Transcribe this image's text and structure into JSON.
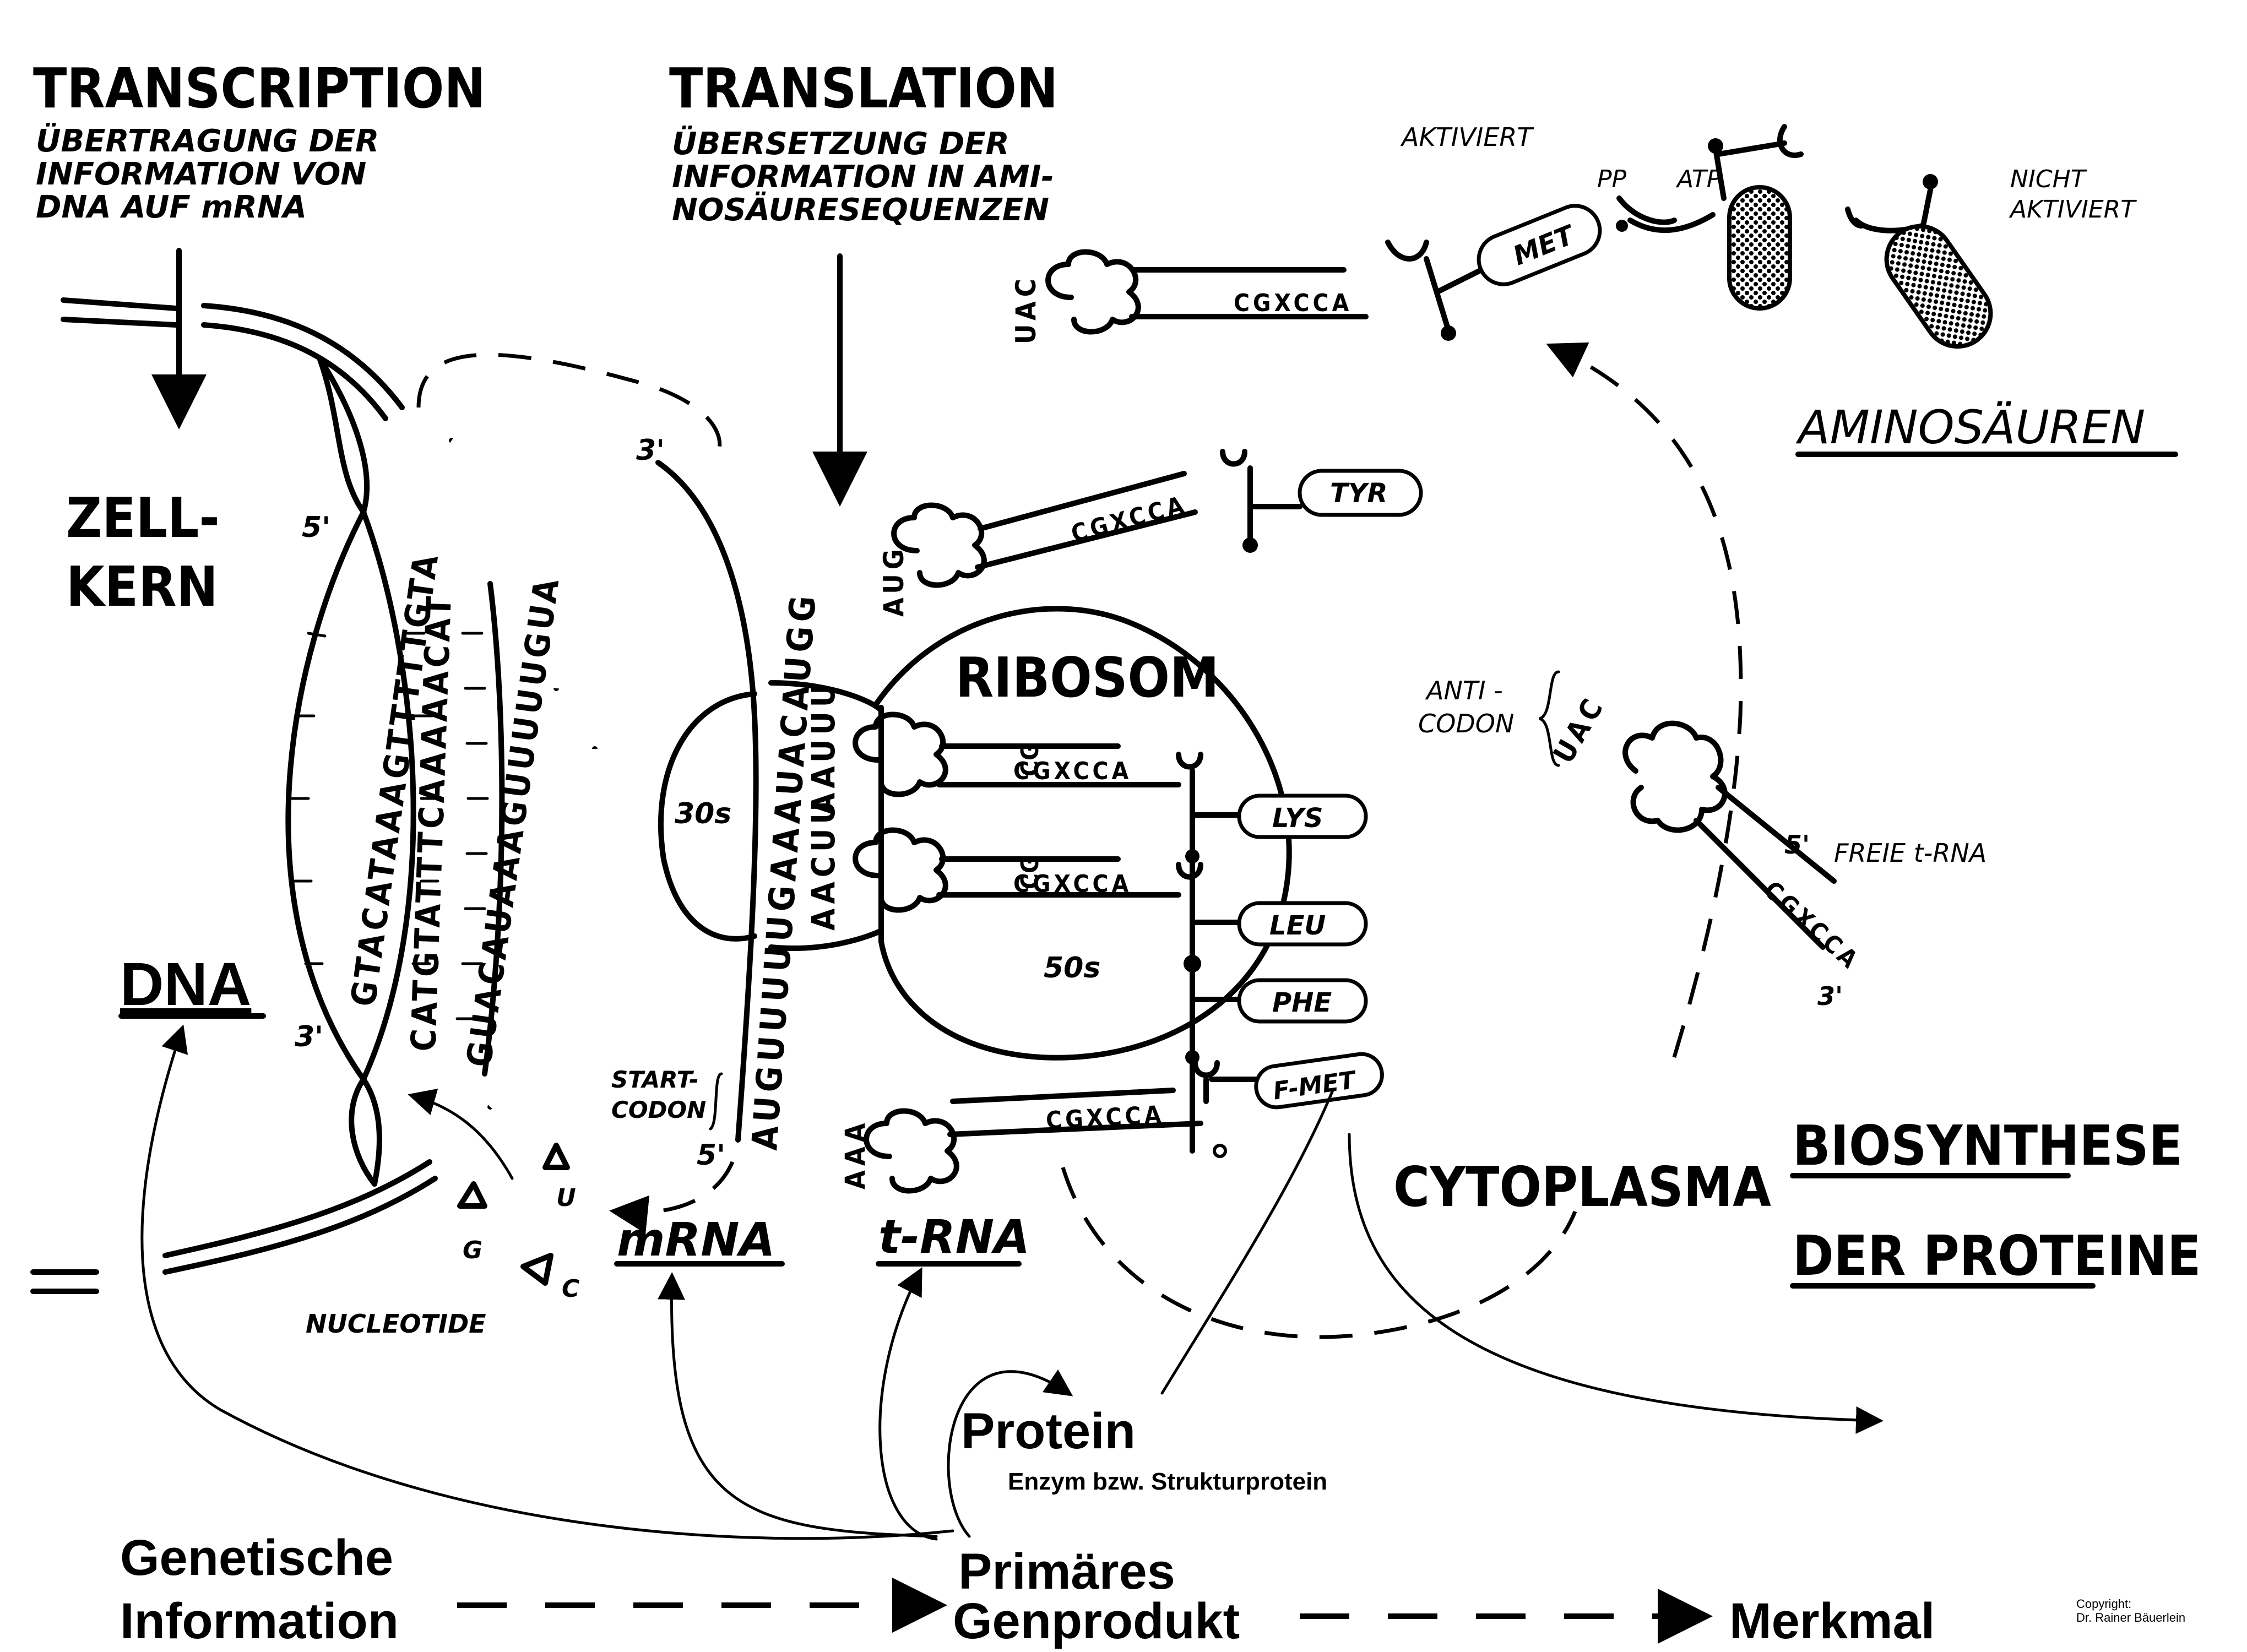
{
  "transcription": {
    "title": "TRANSCRIPTION",
    "lines": [
      "ÜBERTRAGUNG DER",
      "INFORMATION VON",
      "DNA  AUF mRNA"
    ]
  },
  "translation": {
    "title": "TRANSLATION",
    "lines": [
      "ÜBERSETZUNG DER",
      "INFORMATION IN AMI-",
      "NOSÄURESEQUENZEN"
    ]
  },
  "zellkern": [
    "ZELL-",
    "KERN"
  ],
  "dna": {
    "label": "DNA",
    "strand_left": "GTACATAAAGTTTTTGTA",
    "strand_right": "CATGTATTTCAAAAACAT",
    "rna_strand": "GUACAUAAAGUUUUUGUA",
    "five_prime": "5'",
    "three_prime": "3'"
  },
  "nucleotides": {
    "label": "NUCLEOTIDE",
    "letters": [
      "U",
      "G",
      "C"
    ]
  },
  "mrna": {
    "label": "mRNA",
    "sequence": "AUGUUUUUGAAAUACAUGG",
    "three_prime": "3'",
    "five_prime": "5'",
    "start_codon": [
      "START-",
      "CODON"
    ]
  },
  "ribosome": {
    "label": "RIBOSOM",
    "small_subunit": "30s",
    "large_subunit": "50s",
    "anticodon_rows": [
      "AAUUU",
      "AACUU"
    ]
  },
  "trna": {
    "label": "t-RNA",
    "acceptor": "CGXCCA",
    "anticodons": [
      "UAC",
      "AUG",
      "AAA"
    ]
  },
  "amino_acids": {
    "chain": [
      "LYS",
      "LEU",
      "PHE",
      "F-MET"
    ],
    "tyr": "TYR",
    "met": "MET",
    "activated": "AKTIVIERT",
    "not_activated": [
      "NICHT",
      "AKTIVIERT"
    ],
    "pp": "PP",
    "atp": "ATP",
    "label": "AMINOSÄUREN"
  },
  "free_trna": {
    "anticodon_label": [
      "ANTI -",
      "CODON"
    ],
    "anticodon": "UAC",
    "label": "FREIE t-RNA",
    "five_prime": "5'",
    "three_prime": "3'"
  },
  "cytoplasma": "CYTOPLASMA",
  "biosynthese": [
    "BIOSYNTHESE",
    "DER  PROTEINE"
  ],
  "protein": {
    "label": "Protein",
    "sub": "Enzym bzw.  Strukturprotein"
  },
  "flow": {
    "genetic": [
      "Genetische",
      "Information"
    ],
    "primary": [
      "Primäres",
      "Genprodukt"
    ],
    "trait": "Merkmal"
  },
  "copyright": [
    "Copyright:",
    "Dr. Rainer Bäuerlein"
  ]
}
